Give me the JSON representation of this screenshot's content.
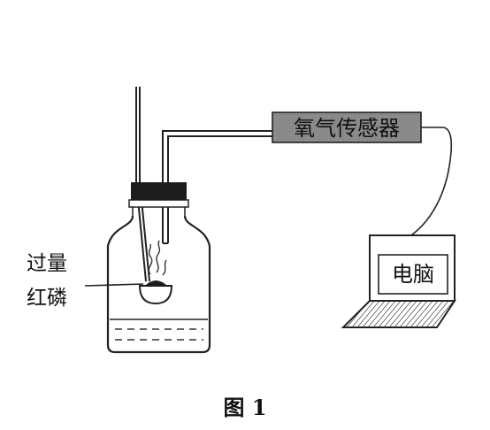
{
  "figure": {
    "caption": "图 1"
  },
  "labels": {
    "sensor": "氧气传感器",
    "computer": "电脑",
    "reagent_line1": "过量",
    "reagent_line2": "红磷"
  }
}
